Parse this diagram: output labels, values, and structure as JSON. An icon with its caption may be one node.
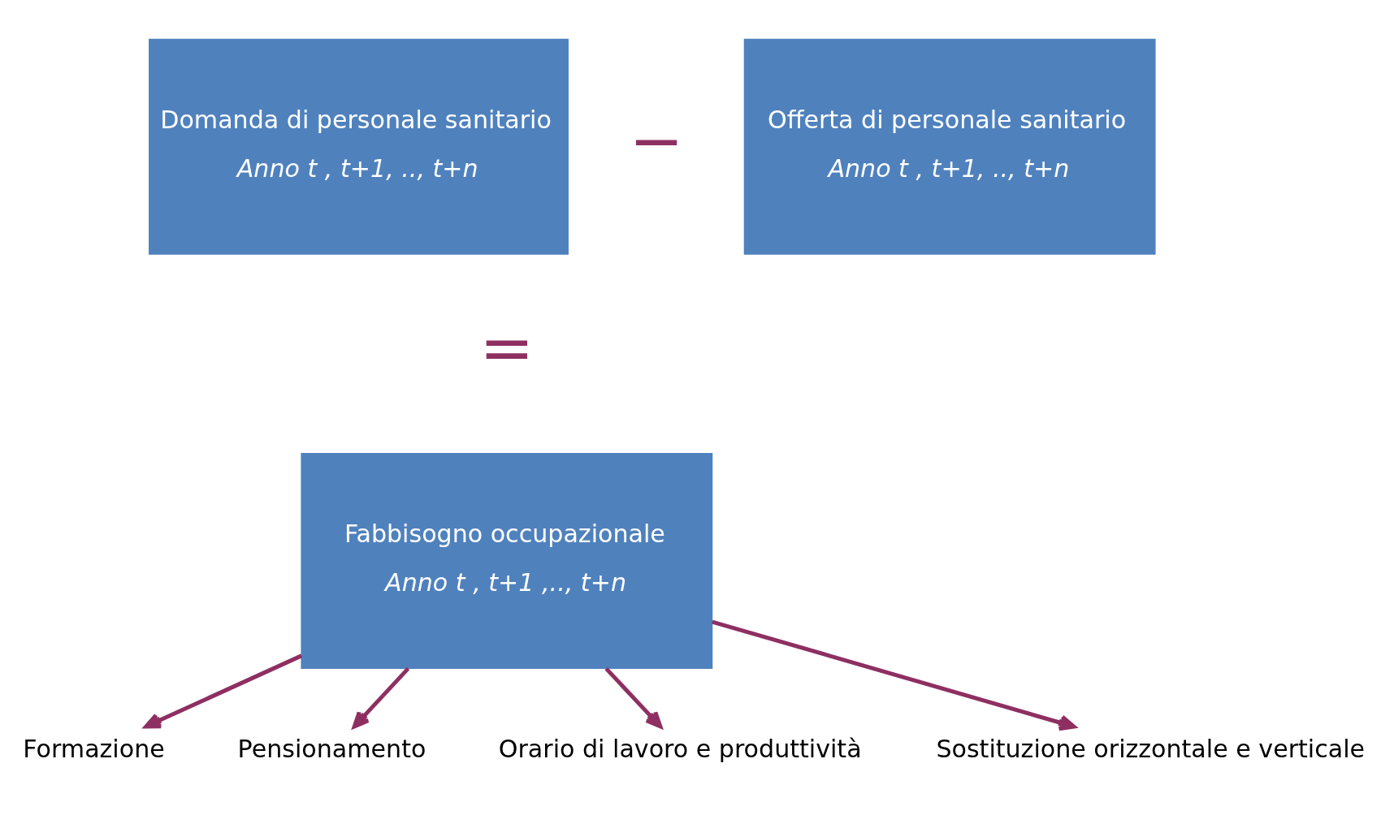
{
  "diagram": {
    "nodes": [
      {
        "text": [
          "Domanda di personale sanitario",
          "Anno t , t+1, .., t+n"
        ]
      },
      {
        "text": [
          "Offerta di personale sanitario",
          "Anno t , t+1, .., t+n"
        ]
      },
      {
        "text": [
          "Fabbisogno occupazionale",
          "Anno t , t+1 ,.., t+n"
        ]
      },
      {
        "text": [
          "Formazione"
        ]
      },
      {
        "text": [
          "Pensionamento"
        ]
      },
      {
        "text": [
          "Orario di lavoro e produttività"
        ]
      },
      {
        "text": [
          "Sostituzione orizzontale e verticale"
        ]
      }
    ],
    "edges": [
      {
        "from": 2,
        "to": 3,
        "arrow": "to"
      },
      {
        "from": 2,
        "to": 4,
        "arrow": "to"
      },
      {
        "from": 2,
        "to": 5,
        "arrow": "to"
      },
      {
        "from": 2,
        "to": 6,
        "arrow": "to"
      }
    ],
    "labels": [
      "−",
      "="
    ]
  }
}
